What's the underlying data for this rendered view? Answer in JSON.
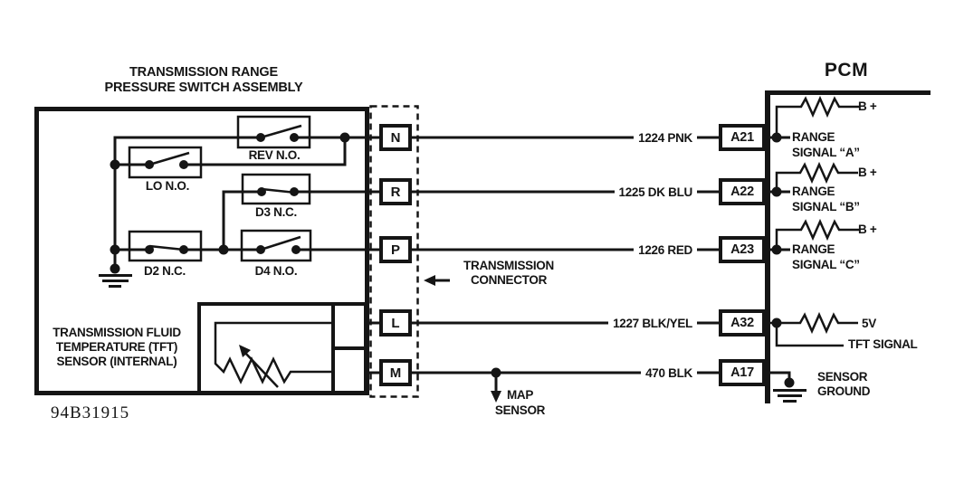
{
  "titles": {
    "assembly_line1": "TRANSMISSION RANGE",
    "assembly_line2": "PRESSURE SWITCH ASSEMBLY",
    "pcm": "PCM",
    "doc_number": "94B31915"
  },
  "switches": {
    "rev": "REV N.O.",
    "lo": "LO N.O.",
    "d3": "D3 N.C.",
    "d2": "D2 N.C.",
    "d4": "D4 N.O."
  },
  "tft_sensor": {
    "label_line1": "TRANSMISSION FLUID",
    "label_line2": "TEMPERATURE (TFT)",
    "label_line3": "SENSOR (INTERNAL)"
  },
  "connector": {
    "label_line1": "TRANSMISSION",
    "label_line2": "CONNECTOR",
    "pins": {
      "n": "N",
      "r": "R",
      "p": "P",
      "l": "L",
      "m": "M"
    }
  },
  "map_sensor": {
    "line1": "MAP",
    "line2": "SENSOR"
  },
  "wires": {
    "w1224": "1224 PNK",
    "w1225": "1225 DK BLU",
    "w1226": "1226 RED",
    "w1227": "1227 BLK/YEL",
    "w470": "470 BLK"
  },
  "pcm": {
    "pins": {
      "a21": "A21",
      "a22": "A22",
      "a23": "A23",
      "a32": "A32",
      "a17": "A17"
    },
    "signals": {
      "b_plus": "B +",
      "range_a_line1": "RANGE",
      "range_a_line2": "SIGNAL “A”",
      "range_b_line1": "RANGE",
      "range_b_line2": "SIGNAL “B”",
      "range_c_line1": "RANGE",
      "range_c_line2": "SIGNAL “C”",
      "five_v": "5V",
      "tft_signal": "TFT SIGNAL",
      "sensor_ground_line1": "SENSOR",
      "sensor_ground_line2": "GROUND"
    }
  },
  "colors": {
    "ink": "#151515",
    "background": "#ffffff"
  }
}
